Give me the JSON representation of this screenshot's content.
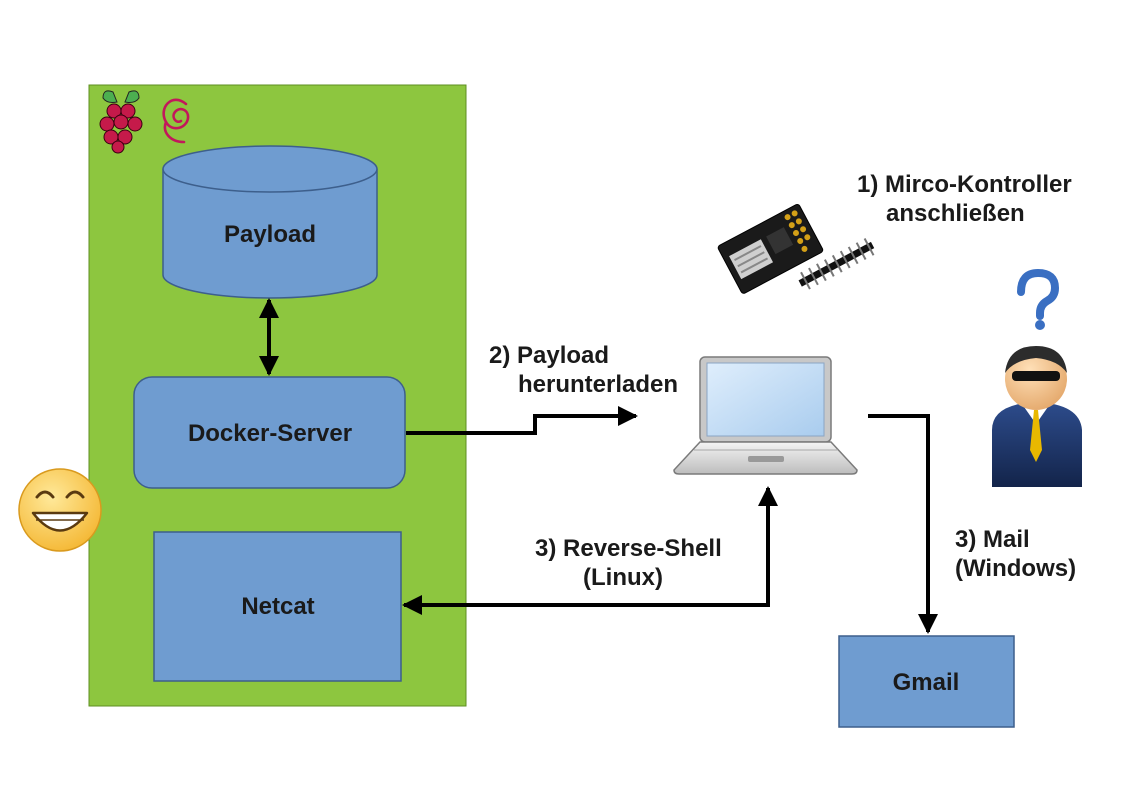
{
  "nodes": {
    "payload": "Payload",
    "docker_server": "Docker-Server",
    "netcat": "Netcat",
    "gmail": "Gmail"
  },
  "steps": {
    "step1": [
      "1) Mirco-Kontroller",
      "anschließen"
    ],
    "step2": [
      "2) Payload",
      "herunterladen"
    ],
    "step3_linux": [
      "3) Reverse-Shell",
      "(Linux)"
    ],
    "step3_windows": [
      "3) Mail",
      "(Windows)"
    ]
  },
  "icons": [
    "raspberry-pi-icon",
    "debian-icon",
    "grinning-emoji-icon",
    "microcontroller-icon",
    "laptop-icon",
    "question-mark-icon",
    "user-icon"
  ],
  "colors": {
    "host_background": "#8dc63f",
    "node_fill": "#6f9cd0",
    "node_stroke": "#3d5f8c",
    "arrow": "#000000"
  }
}
